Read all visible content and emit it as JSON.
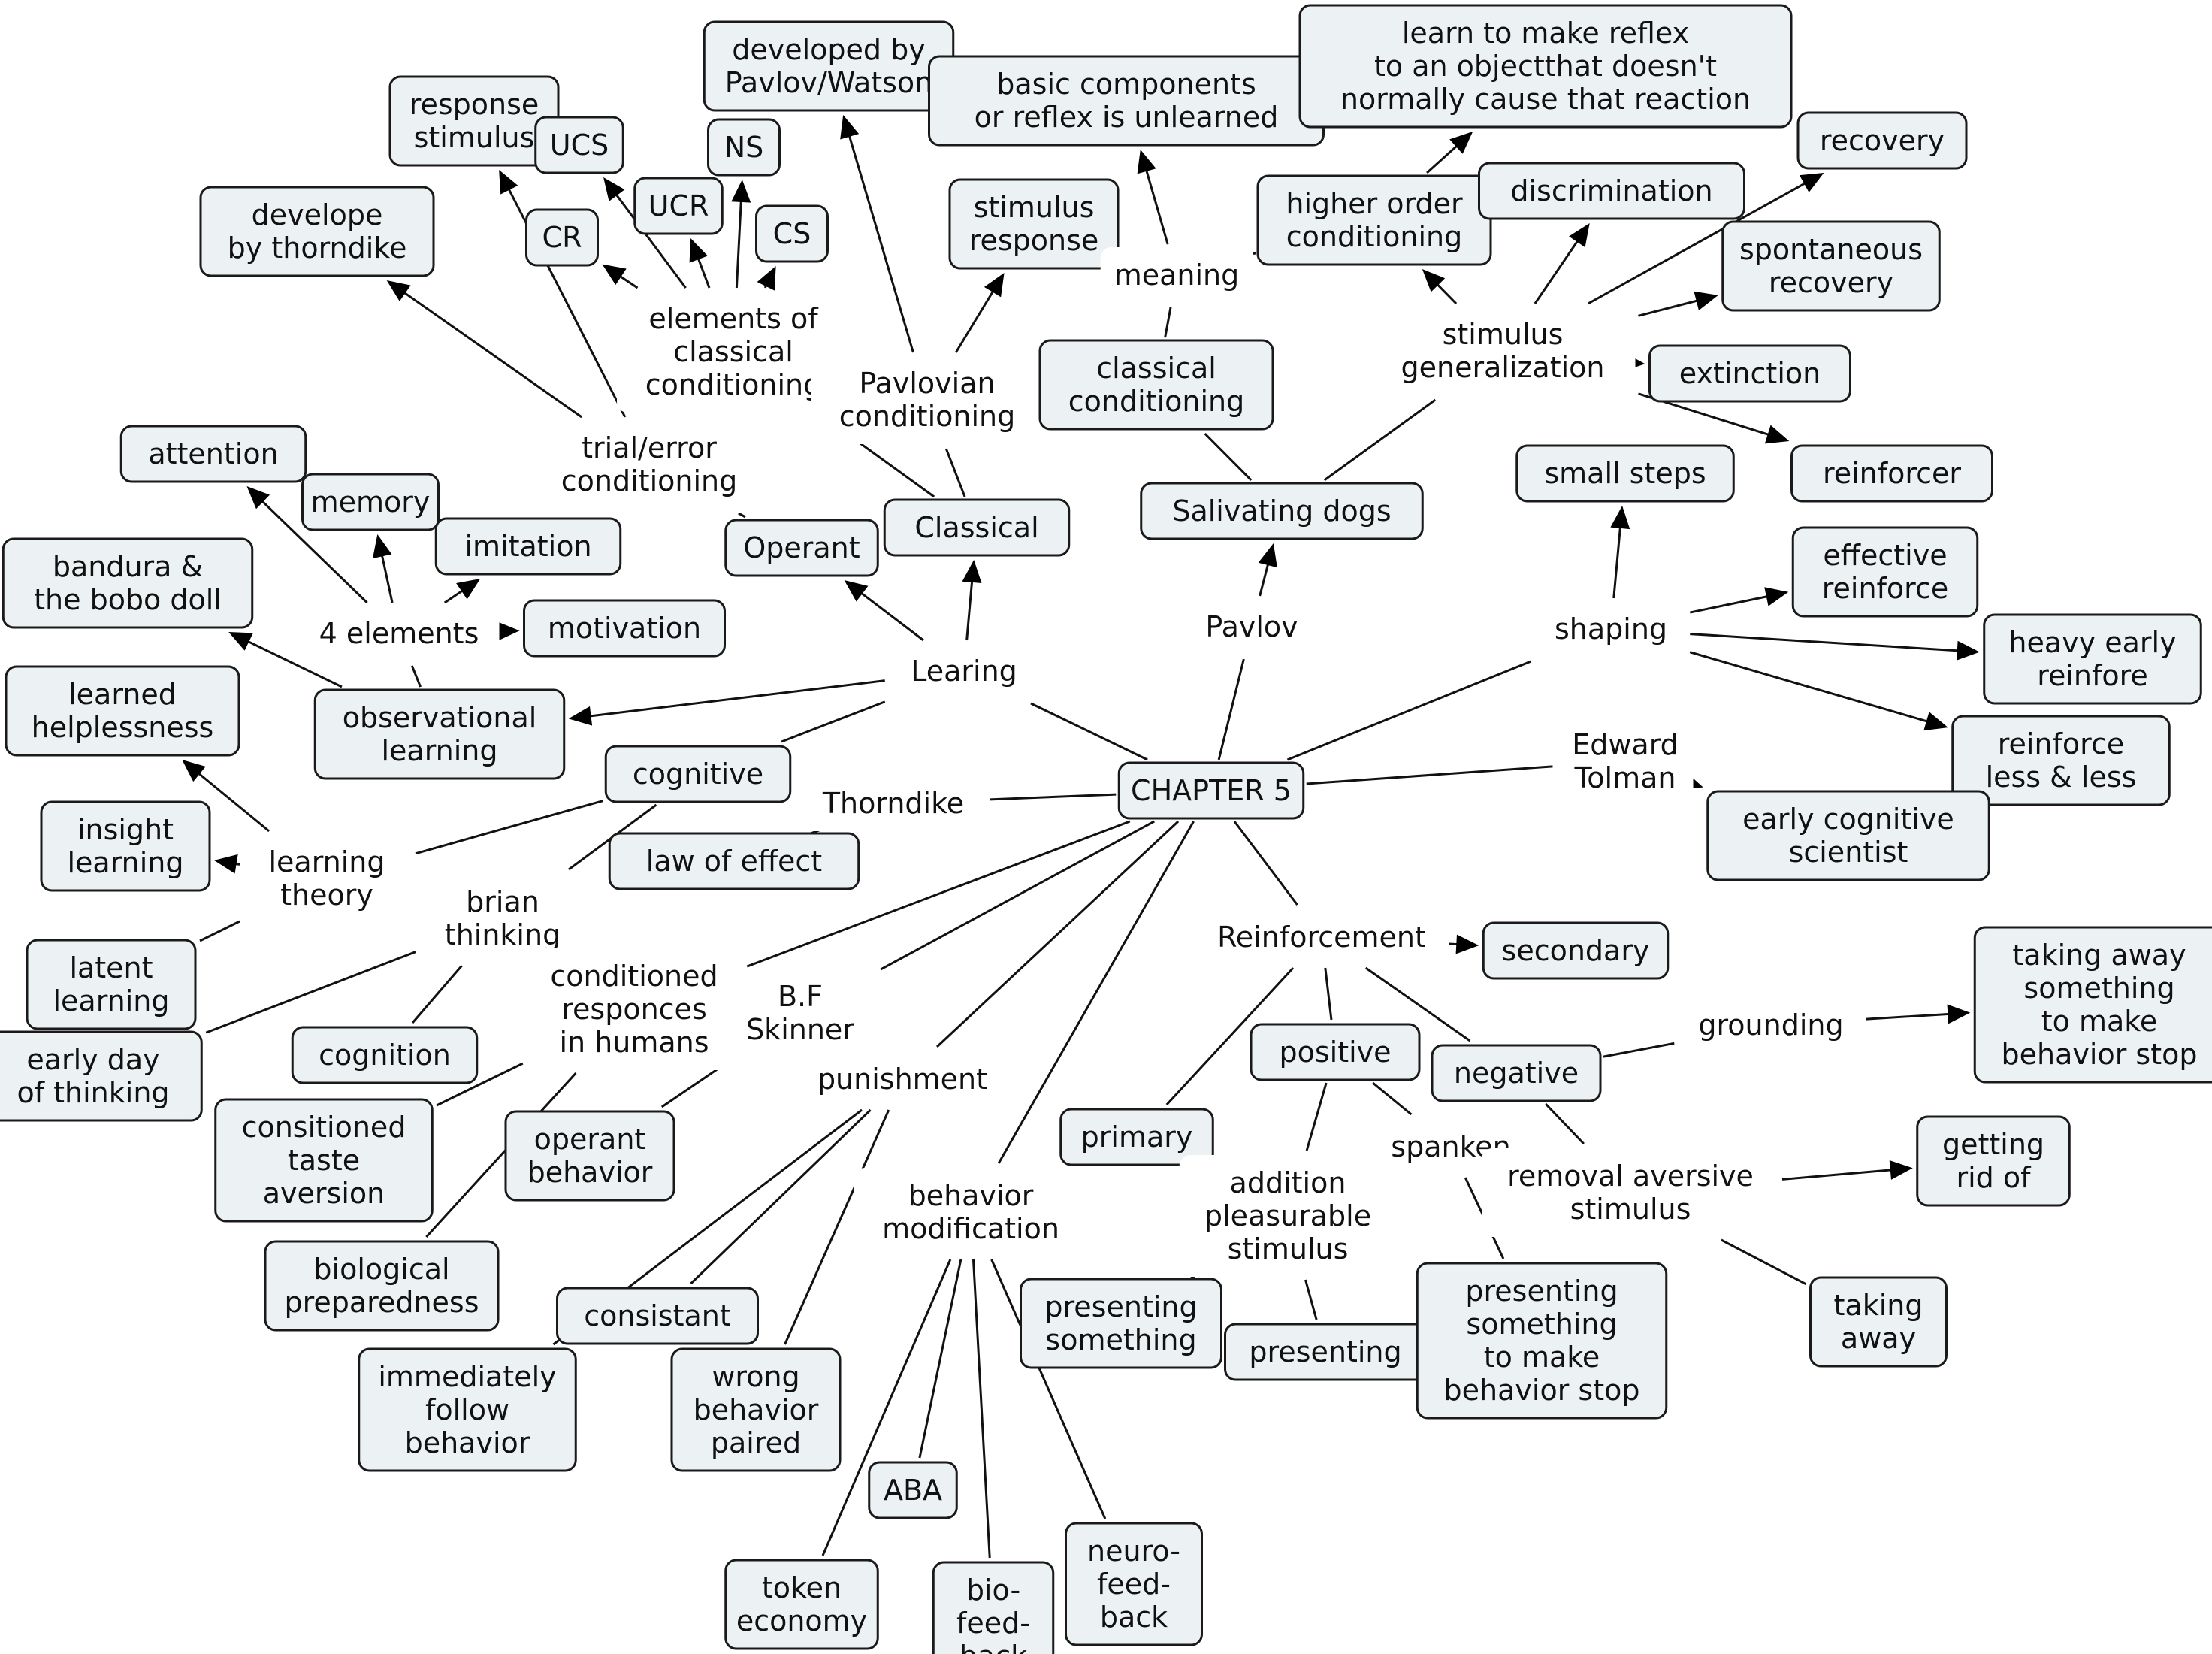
{
  "nodes": [
    {
      "id": "chapter5",
      "lines": [
        "CHAPTER 5"
      ],
      "boxed": true
    },
    {
      "id": "learing",
      "lines": [
        "Learing"
      ],
      "boxed": false
    },
    {
      "id": "operant",
      "lines": [
        "Operant"
      ],
      "boxed": true
    },
    {
      "id": "classical",
      "lines": [
        "Classical"
      ],
      "boxed": true
    },
    {
      "id": "trialerror",
      "lines": [
        "trial/error",
        "conditioning"
      ],
      "boxed": false
    },
    {
      "id": "develope",
      "lines": [
        "develope",
        "by thorndike"
      ],
      "boxed": true
    },
    {
      "id": "responsestim",
      "lines": [
        "response",
        "stimulus"
      ],
      "boxed": true
    },
    {
      "id": "elements",
      "lines": [
        "elements of",
        "classical",
        "conditioning"
      ],
      "boxed": false
    },
    {
      "id": "ucs",
      "lines": [
        "UCS"
      ],
      "boxed": true
    },
    {
      "id": "ucr",
      "lines": [
        "UCR"
      ],
      "boxed": true
    },
    {
      "id": "ns",
      "lines": [
        "NS"
      ],
      "boxed": true
    },
    {
      "id": "cs",
      "lines": [
        "CS"
      ],
      "boxed": true
    },
    {
      "id": "cr",
      "lines": [
        "CR"
      ],
      "boxed": true
    },
    {
      "id": "developedby",
      "lines": [
        "developed by",
        "Pavlov/Watson"
      ],
      "boxed": true
    },
    {
      "id": "pavlovian",
      "lines": [
        "Pavlovian",
        "conditioning"
      ],
      "boxed": false
    },
    {
      "id": "stimresp",
      "lines": [
        "stimulus",
        "response"
      ],
      "boxed": true
    },
    {
      "id": "basic",
      "lines": [
        "basic components",
        "or reflex is unlearned"
      ],
      "boxed": true
    },
    {
      "id": "meaning",
      "lines": [
        "meaning"
      ],
      "boxed": false
    },
    {
      "id": "learnreflex",
      "lines": [
        "learn to make reflex",
        "to an objectthat doesn't",
        "normally cause that reaction"
      ],
      "boxed": true
    },
    {
      "id": "higherorder",
      "lines": [
        "higher order",
        "conditioning"
      ],
      "boxed": true
    },
    {
      "id": "classcond",
      "lines": [
        "classical",
        "conditioning"
      ],
      "boxed": true
    },
    {
      "id": "salivating",
      "lines": [
        "Salivating dogs"
      ],
      "boxed": true
    },
    {
      "id": "pavlov",
      "lines": [
        "Pavlov"
      ],
      "boxed": false
    },
    {
      "id": "discrimination",
      "lines": [
        "discrimination"
      ],
      "boxed": true
    },
    {
      "id": "stimgen",
      "lines": [
        "stimulus",
        "generalization"
      ],
      "boxed": false
    },
    {
      "id": "recovery",
      "lines": [
        "recovery"
      ],
      "boxed": true
    },
    {
      "id": "spontaneous",
      "lines": [
        "spontaneous",
        "recovery"
      ],
      "boxed": true
    },
    {
      "id": "extinction",
      "lines": [
        "extinction"
      ],
      "boxed": true
    },
    {
      "id": "reinforcer",
      "lines": [
        "reinforcer"
      ],
      "boxed": true
    },
    {
      "id": "smallsteps",
      "lines": [
        "small steps"
      ],
      "boxed": true
    },
    {
      "id": "shaping",
      "lines": [
        "shaping"
      ],
      "boxed": false
    },
    {
      "id": "effective",
      "lines": [
        "effective",
        "reinforce"
      ],
      "boxed": true
    },
    {
      "id": "heavyearly",
      "lines": [
        "heavy early",
        "reinfore"
      ],
      "boxed": true
    },
    {
      "id": "reinforceless",
      "lines": [
        "reinforce",
        "less & less"
      ],
      "boxed": true
    },
    {
      "id": "tolman",
      "lines": [
        "Edward",
        "Tolman"
      ],
      "boxed": false
    },
    {
      "id": "earlycog",
      "lines": [
        "early cognitive",
        "scientist"
      ],
      "boxed": true
    },
    {
      "id": "attention",
      "lines": [
        "attention"
      ],
      "boxed": true
    },
    {
      "id": "memory",
      "lines": [
        "memory"
      ],
      "boxed": true
    },
    {
      "id": "imitation",
      "lines": [
        "imitation"
      ],
      "boxed": true
    },
    {
      "id": "motivation",
      "lines": [
        "motivation"
      ],
      "boxed": true
    },
    {
      "id": "fourelements",
      "lines": [
        "4 elements"
      ],
      "boxed": false
    },
    {
      "id": "bandura",
      "lines": [
        "bandura &",
        "the bobo doll"
      ],
      "boxed": true
    },
    {
      "id": "observational",
      "lines": [
        "observational",
        "learning"
      ],
      "boxed": true
    },
    {
      "id": "helplessness",
      "lines": [
        "learned",
        "helplessness"
      ],
      "boxed": true
    },
    {
      "id": "cognitive",
      "lines": [
        "cognitive"
      ],
      "boxed": true
    },
    {
      "id": "thorndike",
      "lines": [
        "Thorndike"
      ],
      "boxed": false
    },
    {
      "id": "lawofeffect",
      "lines": [
        "law of effect"
      ],
      "boxed": true
    },
    {
      "id": "insight",
      "lines": [
        "insight",
        "learning"
      ],
      "boxed": true
    },
    {
      "id": "learningtheory",
      "lines": [
        "learning",
        "theory"
      ],
      "boxed": false
    },
    {
      "id": "brian",
      "lines": [
        "brian",
        "thinking"
      ],
      "boxed": false
    },
    {
      "id": "latent",
      "lines": [
        "latent",
        "learning"
      ],
      "boxed": true
    },
    {
      "id": "earlyday",
      "lines": [
        "early day",
        "of thinking"
      ],
      "boxed": true
    },
    {
      "id": "cognition",
      "lines": [
        "cognition"
      ],
      "boxed": true
    },
    {
      "id": "condresp",
      "lines": [
        "conditioned",
        "responces",
        "in humans"
      ],
      "boxed": false
    },
    {
      "id": "bfskinner",
      "lines": [
        "B.F",
        "Skinner"
      ],
      "boxed": false
    },
    {
      "id": "tasteaversion",
      "lines": [
        "consitioned",
        "taste",
        "aversion"
      ],
      "boxed": true
    },
    {
      "id": "operantbehavior",
      "lines": [
        "operant",
        "behavior"
      ],
      "boxed": true
    },
    {
      "id": "biological",
      "lines": [
        "biological",
        "preparedness"
      ],
      "boxed": true
    },
    {
      "id": "punishment",
      "lines": [
        "punishment"
      ],
      "boxed": false
    },
    {
      "id": "consistant",
      "lines": [
        "consistant"
      ],
      "boxed": true
    },
    {
      "id": "immediately",
      "lines": [
        "immediately",
        "follow",
        "behavior"
      ],
      "boxed": true
    },
    {
      "id": "wrongbehavior",
      "lines": [
        "wrong",
        "behavior",
        "paired"
      ],
      "boxed": true
    },
    {
      "id": "behaviormod",
      "lines": [
        "behavior",
        "modification"
      ],
      "boxed": false
    },
    {
      "id": "aba",
      "lines": [
        "ABA"
      ],
      "boxed": true
    },
    {
      "id": "token",
      "lines": [
        "token",
        "economy"
      ],
      "boxed": true
    },
    {
      "id": "biofeedback",
      "lines": [
        "bio-",
        "feed-",
        "back"
      ],
      "boxed": true
    },
    {
      "id": "neurofeedback",
      "lines": [
        "neuro-",
        "feed-",
        "back"
      ],
      "boxed": true
    },
    {
      "id": "reinforcement",
      "lines": [
        "Reinforcement"
      ],
      "boxed": false
    },
    {
      "id": "secondary",
      "lines": [
        "secondary"
      ],
      "boxed": true
    },
    {
      "id": "primary",
      "lines": [
        "primary"
      ],
      "boxed": true
    },
    {
      "id": "positive",
      "lines": [
        "positive"
      ],
      "boxed": true
    },
    {
      "id": "negative",
      "lines": [
        "negative"
      ],
      "boxed": true
    },
    {
      "id": "grounding",
      "lines": [
        "grounding"
      ],
      "boxed": false
    },
    {
      "id": "takingawaystop",
      "lines": [
        "taking away",
        "something",
        "to make",
        "behavior stop"
      ],
      "boxed": true
    },
    {
      "id": "spanken",
      "lines": [
        "spanken"
      ],
      "boxed": false
    },
    {
      "id": "addition",
      "lines": [
        "addition",
        "pleasurable",
        "stimulus"
      ],
      "boxed": false
    },
    {
      "id": "presentingsomething",
      "lines": [
        "presenting",
        "something"
      ],
      "boxed": true
    },
    {
      "id": "presenting",
      "lines": [
        "presenting"
      ],
      "boxed": true
    },
    {
      "id": "presentingstop",
      "lines": [
        "presenting",
        "something",
        "to make",
        "behavior stop"
      ],
      "boxed": true
    },
    {
      "id": "removal",
      "lines": [
        "removal aversive",
        "stimulus"
      ],
      "boxed": false
    },
    {
      "id": "gettingrid",
      "lines": [
        "getting",
        "rid of"
      ],
      "boxed": true
    },
    {
      "id": "takingaway",
      "lines": [
        "taking",
        "away"
      ],
      "boxed": true
    }
  ],
  "links": [
    {
      "from": "chapter5",
      "to": "learing",
      "arrow": false
    },
    {
      "from": "learing",
      "to": "operant",
      "arrow": true
    },
    {
      "from": "learing",
      "to": "classical",
      "arrow": true
    },
    {
      "from": "learing",
      "to": "observational",
      "arrow": true
    },
    {
      "from": "learing",
      "to": "cognitive",
      "arrow": false
    },
    {
      "from": "operant",
      "to": "trialerror",
      "arrow": false
    },
    {
      "from": "trialerror",
      "to": "develope",
      "arrow": true
    },
    {
      "from": "trialerror",
      "to": "responsestim",
      "arrow": true
    },
    {
      "from": "classical",
      "to": "elements",
      "arrow": false
    },
    {
      "from": "elements",
      "to": "ucs",
      "arrow": true
    },
    {
      "from": "elements",
      "to": "ucr",
      "arrow": true
    },
    {
      "from": "elements",
      "to": "ns",
      "arrow": true
    },
    {
      "from": "elements",
      "to": "cs",
      "arrow": true
    },
    {
      "from": "elements",
      "to": "cr",
      "arrow": true
    },
    {
      "from": "classical",
      "to": "pavlovian",
      "arrow": false
    },
    {
      "from": "pavlovian",
      "to": "developedby",
      "arrow": true
    },
    {
      "from": "pavlovian",
      "to": "stimresp",
      "arrow": true
    },
    {
      "from": "chapter5",
      "to": "pavlov",
      "arrow": false
    },
    {
      "from": "pavlov",
      "to": "salivating",
      "arrow": true
    },
    {
      "from": "salivating",
      "to": "classcond",
      "arrow": false
    },
    {
      "from": "salivating",
      "to": "stimgen",
      "arrow": false
    },
    {
      "from": "classcond",
      "to": "meaning",
      "arrow": false
    },
    {
      "from": "meaning",
      "to": "basic",
      "arrow": true
    },
    {
      "from": "meaning",
      "to": "higherorder",
      "arrow": false
    },
    {
      "from": "higherorder",
      "to": "learnreflex",
      "arrow": true
    },
    {
      "from": "stimgen",
      "to": "higherorder",
      "arrow": true
    },
    {
      "from": "stimgen",
      "to": "discrimination",
      "arrow": true
    },
    {
      "from": "stimgen",
      "to": "recovery",
      "arrow": true
    },
    {
      "from": "stimgen",
      "to": "spontaneous",
      "arrow": true
    },
    {
      "from": "stimgen",
      "to": "extinction",
      "arrow": true
    },
    {
      "from": "stimgen",
      "to": "reinforcer",
      "arrow": true
    },
    {
      "from": "chapter5",
      "to": "shaping",
      "arrow": false
    },
    {
      "from": "shaping",
      "to": "smallsteps",
      "arrow": true
    },
    {
      "from": "shaping",
      "to": "effective",
      "arrow": true
    },
    {
      "from": "shaping",
      "to": "heavyearly",
      "arrow": true
    },
    {
      "from": "shaping",
      "to": "reinforceless",
      "arrow": true
    },
    {
      "from": "chapter5",
      "to": "tolman",
      "arrow": false
    },
    {
      "from": "tolman",
      "to": "earlycog",
      "arrow": true
    },
    {
      "from": "observational",
      "to": "fourelements",
      "arrow": false
    },
    {
      "from": "observational",
      "to": "bandura",
      "arrow": true
    },
    {
      "from": "fourelements",
      "to": "attention",
      "arrow": true
    },
    {
      "from": "fourelements",
      "to": "memory",
      "arrow": true
    },
    {
      "from": "fourelements",
      "to": "imitation",
      "arrow": true
    },
    {
      "from": "fourelements",
      "to": "motivation",
      "arrow": true
    },
    {
      "from": "chapter5",
      "to": "thorndike",
      "arrow": false
    },
    {
      "from": "thorndike",
      "to": "lawofeffect",
      "arrow": false
    },
    {
      "from": "cognitive",
      "to": "learningtheory",
      "arrow": false
    },
    {
      "from": "cognitive",
      "to": "brian",
      "arrow": false
    },
    {
      "from": "learningtheory",
      "to": "helplessness",
      "arrow": true
    },
    {
      "from": "learningtheory",
      "to": "insight",
      "arrow": true
    },
    {
      "from": "learningtheory",
      "to": "latent",
      "arrow": false
    },
    {
      "from": "brian",
      "to": "earlyday",
      "arrow": false
    },
    {
      "from": "brian",
      "to": "cognition",
      "arrow": false
    },
    {
      "from": "chapter5",
      "to": "condresp",
      "arrow": false
    },
    {
      "from": "condresp",
      "to": "tasteaversion",
      "arrow": false
    },
    {
      "from": "condresp",
      "to": "biological",
      "arrow": false
    },
    {
      "from": "chapter5",
      "to": "bfskinner",
      "arrow": false
    },
    {
      "from": "bfskinner",
      "to": "operantbehavior",
      "arrow": false
    },
    {
      "from": "chapter5",
      "to": "punishment",
      "arrow": false
    },
    {
      "from": "punishment",
      "to": "consistant",
      "arrow": false
    },
    {
      "from": "punishment",
      "to": "immediately",
      "arrow": false
    },
    {
      "from": "punishment",
      "to": "wrongbehavior",
      "arrow": false
    },
    {
      "from": "chapter5",
      "to": "behaviormod",
      "arrow": false
    },
    {
      "from": "behaviormod",
      "to": "aba",
      "arrow": false
    },
    {
      "from": "behaviormod",
      "to": "token",
      "arrow": false
    },
    {
      "from": "behaviormod",
      "to": "biofeedback",
      "arrow": false
    },
    {
      "from": "behaviormod",
      "to": "neurofeedback",
      "arrow": false
    },
    {
      "from": "chapter5",
      "to": "reinforcement",
      "arrow": false
    },
    {
      "from": "reinforcement",
      "to": "secondary",
      "arrow": true
    },
    {
      "from": "reinforcement",
      "to": "primary",
      "arrow": false
    },
    {
      "from": "reinforcement",
      "to": "positive",
      "arrow": false
    },
    {
      "from": "reinforcement",
      "to": "negative",
      "arrow": false
    },
    {
      "from": "negative",
      "to": "grounding",
      "arrow": false
    },
    {
      "from": "grounding",
      "to": "takingawaystop",
      "arrow": true
    },
    {
      "from": "negative",
      "to": "removal",
      "arrow": false
    },
    {
      "from": "removal",
      "to": "gettingrid",
      "arrow": true
    },
    {
      "from": "removal",
      "to": "takingaway",
      "arrow": false
    },
    {
      "from": "positive",
      "to": "spanken",
      "arrow": false
    },
    {
      "from": "spanken",
      "to": "presentingstop",
      "arrow": false
    },
    {
      "from": "positive",
      "to": "addition",
      "arrow": false
    },
    {
      "from": "addition",
      "to": "presentingsomething",
      "arrow": false
    },
    {
      "from": "addition",
      "to": "presenting",
      "arrow": false
    }
  ],
  "style": {
    "box_fill": "#ecf2f4",
    "box_stroke": "#1a1a1a",
    "line_color": "#111111",
    "background": "#ffffff"
  }
}
